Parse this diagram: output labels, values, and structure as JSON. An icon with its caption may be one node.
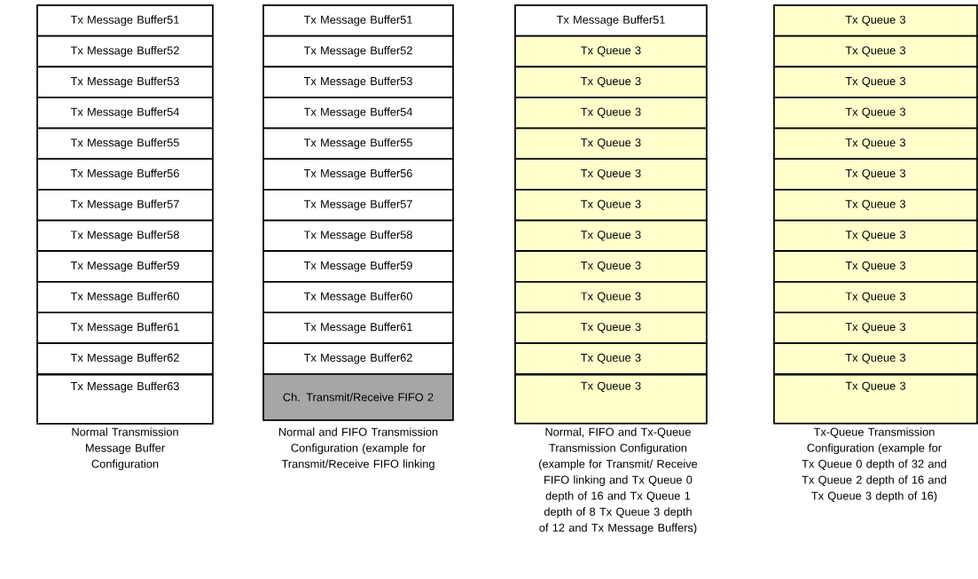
{
  "diagram": {
    "nodes": [
      {
        "text": [
          "Tx Message Buffer51"
        ]
      },
      {
        "text": [
          "Tx Message Buffer52"
        ]
      },
      {
        "text": [
          "Tx Message Buffer53"
        ]
      },
      {
        "text": [
          "Tx Message Buffer54"
        ]
      },
      {
        "text": [
          "Tx Message Buffer55"
        ]
      },
      {
        "text": [
          "Tx Message Buffer56"
        ]
      },
      {
        "text": [
          "Tx Message Buffer57"
        ]
      },
      {
        "text": [
          "Tx Message Buffer58"
        ]
      },
      {
        "text": [
          "Tx Message Buffer59"
        ]
      },
      {
        "text": [
          "Tx Message Buffer60"
        ]
      },
      {
        "text": [
          "Tx Message Buffer61"
        ]
      },
      {
        "text": [
          "Tx Message Buffer62"
        ]
      },
      {
        "text": [
          "Tx Message Buffer63"
        ]
      },
      {
        "text": [
          "Tx Message Buffer51"
        ]
      },
      {
        "text": [
          "Tx Message Buffer52"
        ]
      },
      {
        "text": [
          "Tx Message Buffer53"
        ]
      },
      {
        "text": [
          "Tx Message Buffer54"
        ]
      },
      {
        "text": [
          "Tx Message Buffer55"
        ]
      },
      {
        "text": [
          "Tx Message Buffer56"
        ]
      },
      {
        "text": [
          "Tx Message Buffer57"
        ]
      },
      {
        "text": [
          "Tx Message Buffer58"
        ]
      },
      {
        "text": [
          "Tx Message Buffer59"
        ]
      },
      {
        "text": [
          "Tx Message Buffer60"
        ]
      },
      {
        "text": [
          "Tx Message Buffer61"
        ]
      },
      {
        "text": [
          "Tx Message Buffer62"
        ]
      },
      {
        "text": [
          "Ch. Transmit/Receive FIFO 2"
        ]
      },
      {
        "text": [
          "Tx Message Buffer51"
        ]
      },
      {
        "text": [
          "Tx Queue 3"
        ]
      },
      {
        "text": [
          "Tx Queue 3"
        ]
      },
      {
        "text": [
          "Tx Queue 3"
        ]
      },
      {
        "text": [
          "Tx Queue 3"
        ]
      },
      {
        "text": [
          "Tx Queue 3"
        ]
      },
      {
        "text": [
          "Tx Queue 3"
        ]
      },
      {
        "text": [
          "Tx Queue 3"
        ]
      },
      {
        "text": [
          "Tx Queue 3"
        ]
      },
      {
        "text": [
          "Tx Queue 3"
        ]
      },
      {
        "text": [
          "Tx Queue 3"
        ]
      },
      {
        "text": [
          "Tx Queue 3"
        ]
      },
      {
        "text": [
          "Tx Queue 3"
        ]
      },
      {
        "text": [
          "Tx Queue 3"
        ]
      },
      {
        "text": [
          "Tx Queue 3"
        ]
      },
      {
        "text": [
          "Tx Queue 3"
        ]
      },
      {
        "text": [
          "Tx Queue 3"
        ]
      },
      {
        "text": [
          "Tx Queue 3"
        ]
      },
      {
        "text": [
          "Tx Queue 3"
        ]
      },
      {
        "text": [
          "Tx Queue 3"
        ]
      },
      {
        "text": [
          "Tx Queue 3"
        ]
      },
      {
        "text": [
          "Tx Queue 3"
        ]
      },
      {
        "text": [
          "Tx Queue 3"
        ]
      },
      {
        "text": [
          "Tx Queue 3"
        ]
      },
      {
        "text": [
          "Tx Queue 3"
        ]
      },
      {
        "text": [
          "Tx Queue 3"
        ]
      }
    ],
    "labels": [
      "Normal Transmission Message Buffer Configuration",
      "Normal and FIFO Transmission Configuration (example for Transmit/Receive FIFO linking",
      "Normal, FIFO and Tx-Queue Transmission Configuration (example for Transmit/ Receive FIFO linking and Tx Queue 0 depth of 16 and Tx Queue 1 depth of 8 Tx Queue 3 depth of 12 and Tx Message Buffers)",
      "Tx-Queue Transmission Configuration (example for Tx Queue 0 depth of 32 and Tx Queue 2 depth of 16 and Tx Queue 3 depth of 16)"
    ]
  }
}
